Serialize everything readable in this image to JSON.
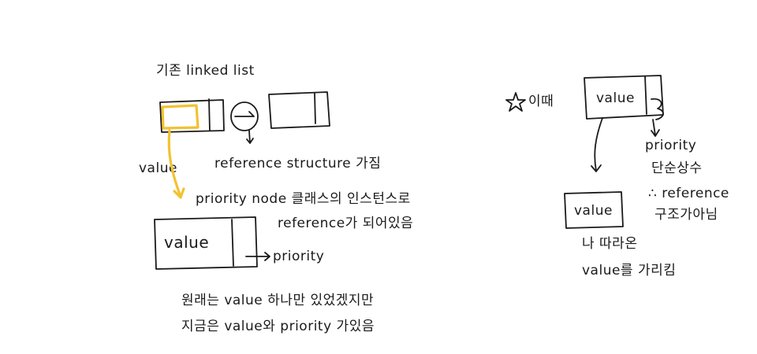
{
  "left": {
    "title": "기존 linked list",
    "label_value": "value",
    "label_reference": "reference structure 가짐",
    "priority_node_line1": "priority node 클래스의 인스턴스로",
    "priority_node_line2": "reference가 되어있음",
    "node_value": "value",
    "node_priority": "priority",
    "summary_line1": "원래는 value 하나만 있었겠지만",
    "summary_line2": "지금은 value와 priority 가있음"
  },
  "right": {
    "star_label": "이때",
    "node_value": "value",
    "priority_label": "priority",
    "priority_note": "단순상수",
    "therefore_line": "∴ reference",
    "therefore_line2": "구조가아님",
    "bottom_value": "value",
    "bottom_line1": "나 따라온",
    "bottom_line2": "value를 가리킴"
  }
}
